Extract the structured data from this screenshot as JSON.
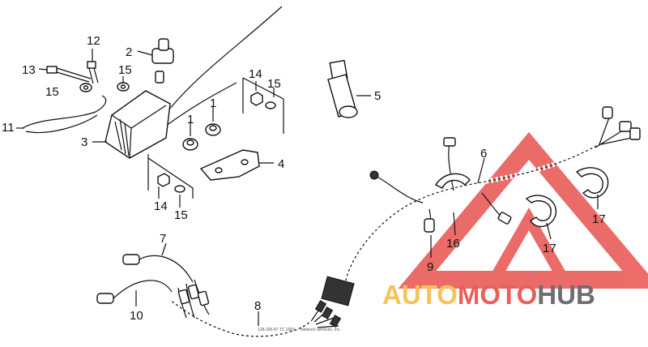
{
  "callouts": {
    "n1a": "1",
    "n1b": "1",
    "n2": "2",
    "n3": "3",
    "n4": "4",
    "n5": "5",
    "n6": "6",
    "n7": "7",
    "n8": "8",
    "n9": "9",
    "n10": "10",
    "n11": "11",
    "n12": "12",
    "n13": "13",
    "n14a": "14",
    "n14b": "14",
    "n15a": "15",
    "n15b": "15",
    "n15c": "15",
    "n15d": "15",
    "n16": "16",
    "n17a": "17",
    "n17b": "17"
  },
  "fine_print": "128-296-87 TC  2003  ... Network Services, Inc.",
  "watermark": {
    "part1": "AUTO",
    "part2": "MOTO",
    "part3": "HUB",
    "colors": {
      "auto": "#f6c25b",
      "moto": "#e8605a",
      "hub": "#6e6e6e",
      "triangle": "#e7524e"
    }
  }
}
